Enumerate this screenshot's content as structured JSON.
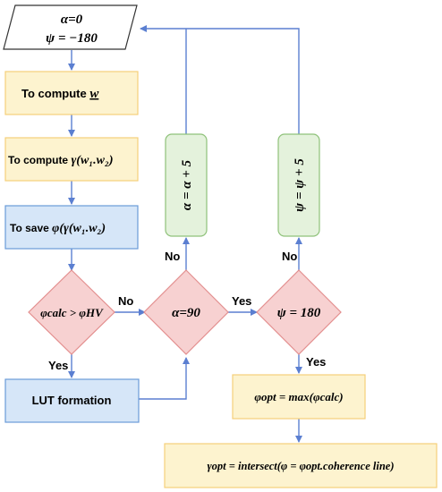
{
  "colors": {
    "yellow_fill": "#fdf3cf",
    "yellow_stroke": "#f5cf7a",
    "blue_fill": "#d6e6f8",
    "blue_stroke": "#6a9bd8",
    "green_fill": "#e4f2dc",
    "green_stroke": "#8fc27a",
    "pink_fill": "#f7d1d1",
    "pink_stroke": "#e38f8f",
    "arrow": "#5b7fd1"
  },
  "start": {
    "line1": "α=0",
    "line2": "ψ = −180"
  },
  "compute_w": {
    "prefix": "To compute ",
    "symbol": "w"
  },
  "compute_gamma": {
    "prefix": "To compute ",
    "expr": "γ(w₁.w₂)"
  },
  "save_phi": {
    "prefix": "To save ",
    "expr": "φ(γ(w₁.w₂)"
  },
  "alpha_update": {
    "text": "α = α + 5"
  },
  "psi_update": {
    "text": "ψ = ψ + 5"
  },
  "decision_phi": {
    "text": "φcalc > φHV"
  },
  "decision_alpha": {
    "text": "α=90"
  },
  "decision_psi": {
    "text": "ψ = 180"
  },
  "lut": {
    "label": "LUT formation"
  },
  "phi_opt": {
    "text": "φopt = max(φcalc)"
  },
  "gamma_opt": {
    "text": "γopt = intersect(φ = φopt.coherence line)"
  },
  "edge_labels": {
    "no_phi": "No",
    "yes_phi": "Yes",
    "no_alpha": "No",
    "yes_alpha": "Yes",
    "no_psi": "No",
    "yes_psi": "Yes"
  }
}
